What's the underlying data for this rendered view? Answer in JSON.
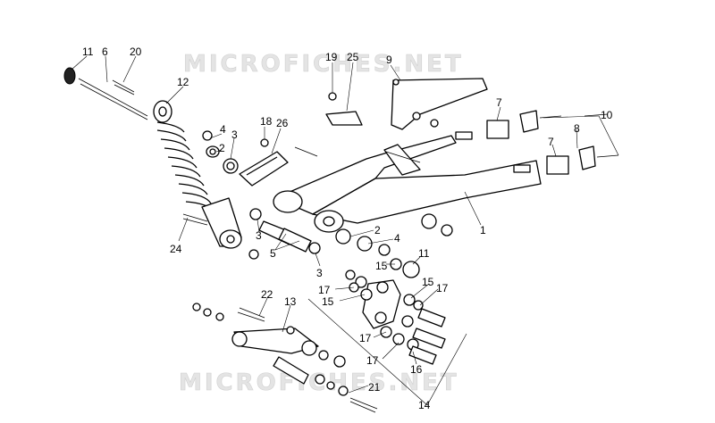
{
  "watermark": {
    "top": "MICROFICHES.NET",
    "bottom": "MICROFICHES.NET"
  },
  "callouts": [
    {
      "id": "c11a",
      "text": "11"
    },
    {
      "id": "c6",
      "text": "6"
    },
    {
      "id": "c20",
      "text": "20"
    },
    {
      "id": "c12",
      "text": "12"
    },
    {
      "id": "c4a",
      "text": "4"
    },
    {
      "id": "c2a",
      "text": "2"
    },
    {
      "id": "c3a",
      "text": "3"
    },
    {
      "id": "c18",
      "text": "18"
    },
    {
      "id": "c26",
      "text": "26"
    },
    {
      "id": "c19",
      "text": "19"
    },
    {
      "id": "c25",
      "text": "25"
    },
    {
      "id": "c9",
      "text": "9"
    },
    {
      "id": "c7a",
      "text": "7"
    },
    {
      "id": "c10",
      "text": "10"
    },
    {
      "id": "c8",
      "text": "8"
    },
    {
      "id": "c7b",
      "text": "7"
    },
    {
      "id": "c1",
      "text": "1"
    },
    {
      "id": "c24",
      "text": "24"
    },
    {
      "id": "c3b",
      "text": "3"
    },
    {
      "id": "c5",
      "text": "5"
    },
    {
      "id": "c2b",
      "text": "2"
    },
    {
      "id": "c4b",
      "text": "4"
    },
    {
      "id": "c3c",
      "text": "3"
    },
    {
      "id": "c11b",
      "text": "11"
    },
    {
      "id": "c15a",
      "text": "15"
    },
    {
      "id": "c17a",
      "text": "17"
    },
    {
      "id": "c15b",
      "text": "15"
    },
    {
      "id": "c15c",
      "text": "15"
    },
    {
      "id": "c17b",
      "text": "17"
    },
    {
      "id": "c22",
      "text": "22"
    },
    {
      "id": "c13",
      "text": "13"
    },
    {
      "id": "c17c",
      "text": "17"
    },
    {
      "id": "c17d",
      "text": "17"
    },
    {
      "id": "c16",
      "text": "16"
    },
    {
      "id": "c21",
      "text": "21"
    },
    {
      "id": "c14",
      "text": "14"
    }
  ]
}
